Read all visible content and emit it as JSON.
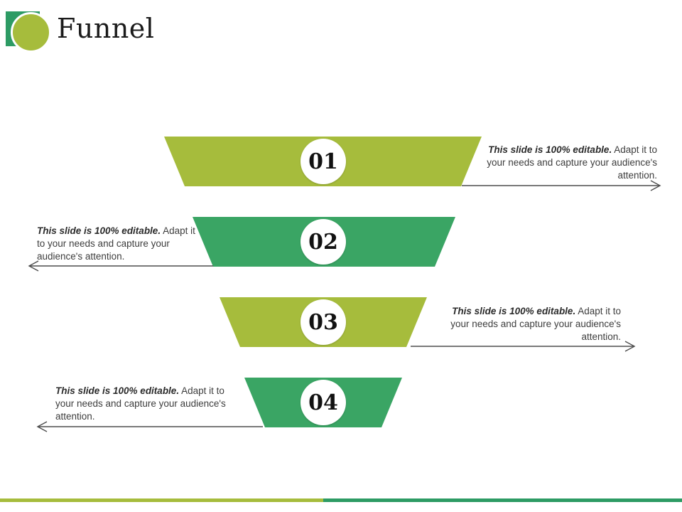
{
  "slide": {
    "title": "Funnel",
    "colors": {
      "olive": "#A6BC3C",
      "green": "#3AA564",
      "logo_square": "#2D9B64",
      "stripe_left": "#A6BC3C",
      "stripe_right": "#2D9B64"
    }
  },
  "levels": [
    {
      "number": "01",
      "color": "#A6BC3C",
      "note_side": "right",
      "note_bold": "This slide is 100% editable.",
      "note_rest": " Adapt it to your needs and capture your audience's attention."
    },
    {
      "number": "02",
      "color": "#3AA564",
      "note_side": "left",
      "note_bold": "This slide is 100% editable.",
      "note_rest": " Adapt it to your needs and capture your audience's attention."
    },
    {
      "number": "03",
      "color": "#A6BC3C",
      "note_side": "right",
      "note_bold": "This slide is 100% editable.",
      "note_rest": " Adapt it to your needs and capture your audience's attention."
    },
    {
      "number": "04",
      "color": "#3AA564",
      "note_side": "left",
      "note_bold": "This slide is 100% editable.",
      "note_rest": " Adapt it to your needs and capture your audience's attention."
    }
  ]
}
